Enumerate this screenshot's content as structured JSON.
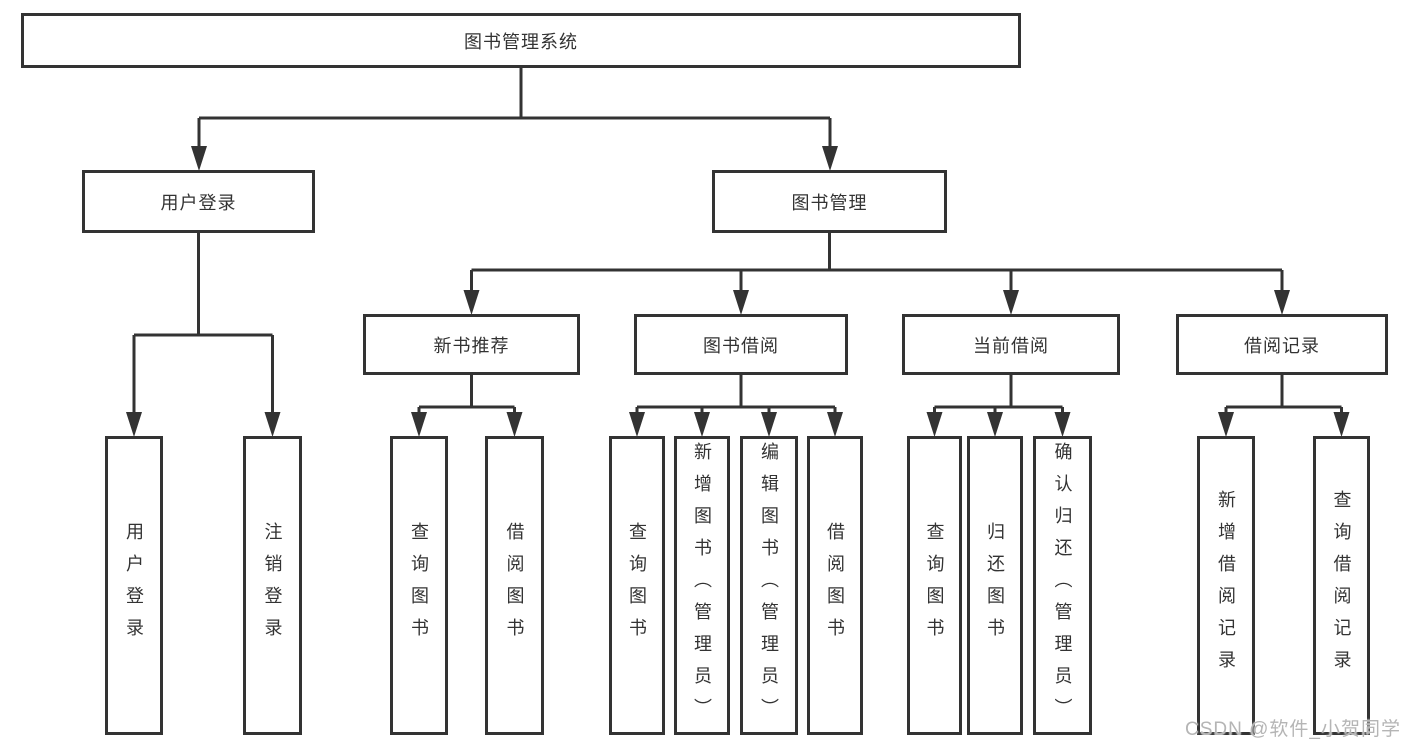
{
  "tree": {
    "label": "图书管理系统",
    "children": [
      {
        "label": "用户登录",
        "children": [
          {
            "label": "用户登录"
          },
          {
            "label": "注销登录"
          }
        ]
      },
      {
        "label": "图书管理",
        "children": [
          {
            "label": "新书推荐",
            "children": [
              {
                "label": "查询图书"
              },
              {
                "label": "借阅图书"
              }
            ]
          },
          {
            "label": "图书借阅",
            "children": [
              {
                "label": "查询图书"
              },
              {
                "label": "新增图书（管理员）"
              },
              {
                "label": "编辑图书（管理员）"
              },
              {
                "label": "借阅图书"
              }
            ]
          },
          {
            "label": "当前借阅",
            "children": [
              {
                "label": "查询图书"
              },
              {
                "label": "归还图书"
              },
              {
                "label": "确认归还（管理员）"
              }
            ]
          },
          {
            "label": "借阅记录",
            "children": [
              {
                "label": "新增借阅记录"
              },
              {
                "label": "查询借阅记录"
              }
            ]
          }
        ]
      }
    ]
  },
  "watermark": {
    "text": "CSDN @软件_小贺同学"
  },
  "colors": {
    "line": "#333333",
    "text": "#333333",
    "box_background": "#ffffff",
    "watermark": "#b5b5b5"
  }
}
